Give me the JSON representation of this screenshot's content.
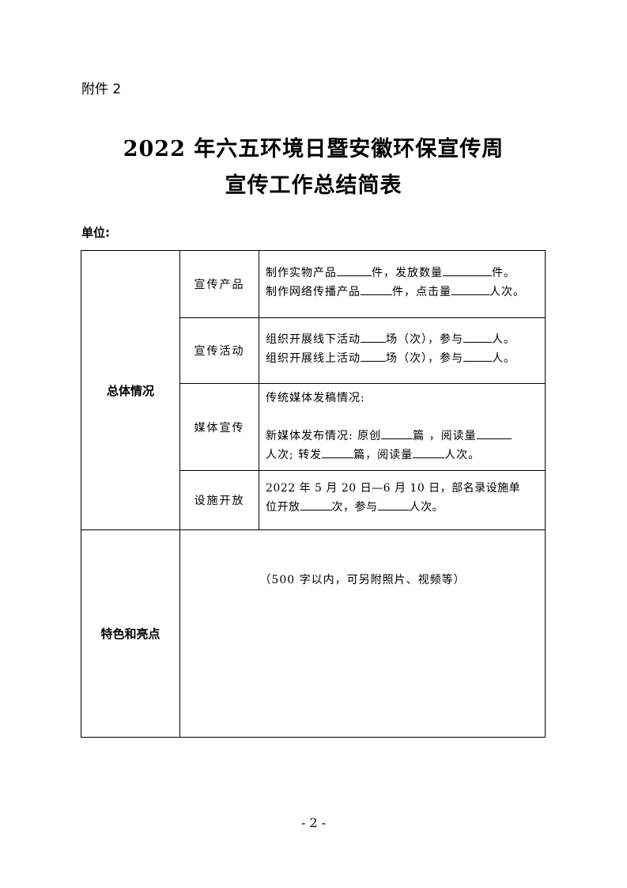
{
  "header": {
    "attachment": "附件 2"
  },
  "title": {
    "line1": "2022 年六五环境日暨安徽环保宣传周",
    "line2": "宣传工作总结简表"
  },
  "unit_label": "单位:",
  "table": {
    "overall": {
      "category": "总体情况",
      "rows": [
        {
          "label": "宣传产品",
          "lines": [
            [
              "制作实物产品",
              "件，发放数量",
              "件。"
            ],
            [
              "制作网络传播产品",
              "件，点击量",
              "人次。"
            ]
          ]
        },
        {
          "label": "宣传活动",
          "lines": [
            [
              "组织开展线下活动",
              "场（次），参与",
              "人。"
            ],
            [
              "组织开展线上活动",
              "场（次），参与",
              "人。"
            ]
          ]
        },
        {
          "label": "媒体宣传",
          "traditional": "传统媒体发稿情况:",
          "new_media": [
            "新媒体发布情况: 原创",
            "篇 ，阅读量"
          ],
          "new_media_2": [
            "人次; 转发",
            "篇，阅读量",
            "人次。"
          ]
        },
        {
          "label": "设施开放",
          "line1": "2022 年 5 月 20 日—6 月 10 日，部名录设施单",
          "line2": [
            "位开放",
            "次，参与",
            "人次。"
          ]
        }
      ]
    },
    "highlights": {
      "category": "特色和亮点",
      "note": "（500 字以内，可另附照片、视频等）"
    }
  },
  "footer": {
    "page_number": "- 2 -"
  }
}
